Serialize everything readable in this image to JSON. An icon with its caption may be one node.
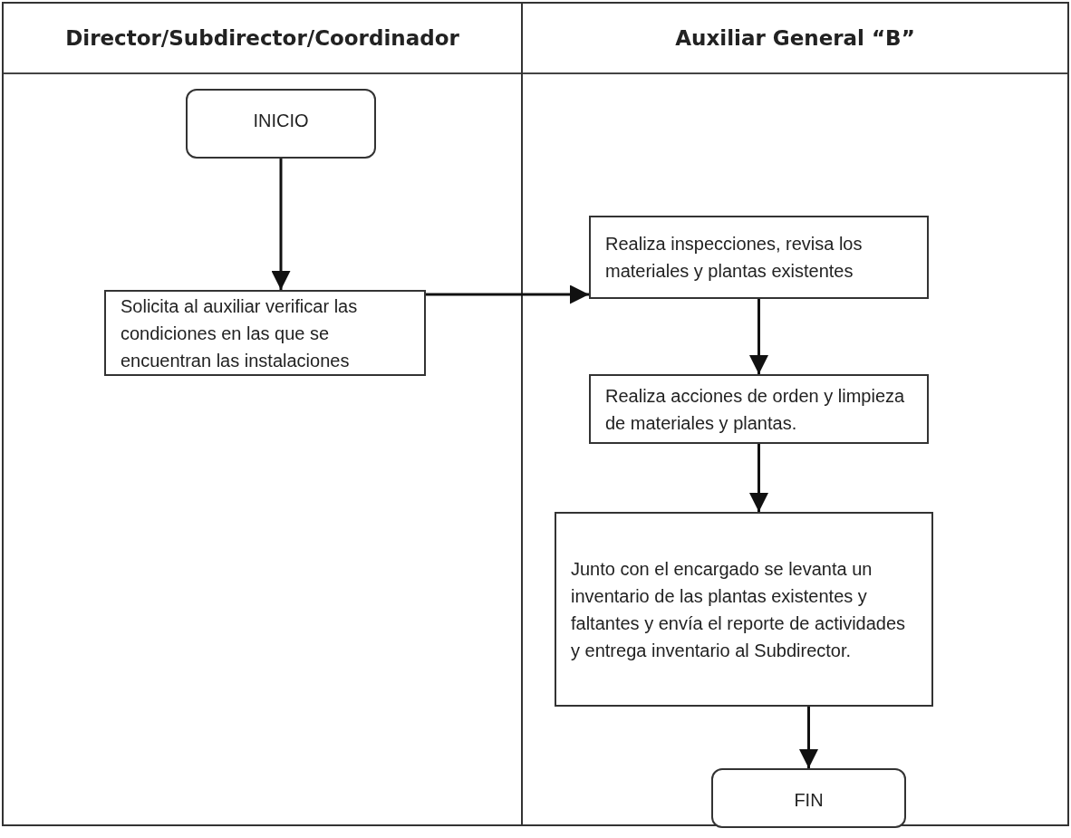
{
  "diagram": {
    "nodes": [
      {
        "text": [
          "Director/Subdirector/Coordinador"
        ]
      },
      {
        "text": [
          "Auxiliar General “B”"
        ]
      },
      {
        "text": [
          "INICIO"
        ],
        "in": 0
      },
      {
        "text": [
          "Solicita al auxiliar verificar las condiciones en las que se encuentran las instalaciones"
        ],
        "in": 0
      },
      {
        "text": [
          "Realiza inspecciones, revisa los materiales y plantas existentes"
        ],
        "in": 1
      },
      {
        "text": [
          "Realiza acciones de orden y limpieza de materiales y plantas."
        ],
        "in": 1
      },
      {
        "text": [
          "Junto con el encargado se levanta un inventario  de las plantas existentes y faltantes y envía el reporte de actividades y entrega inventario al Subdirector."
        ],
        "in": 1
      },
      {
        "text": [
          "FIN"
        ],
        "in": 1
      }
    ],
    "edges": [
      {
        "from": 2,
        "to": 3,
        "arrow": "to"
      },
      {
        "from": 3,
        "to": 4,
        "arrow": "to"
      },
      {
        "from": 4,
        "to": 5,
        "arrow": "to"
      },
      {
        "from": 5,
        "to": 6,
        "arrow": "to"
      },
      {
        "from": 6,
        "to": 7,
        "arrow": "to"
      }
    ]
  }
}
